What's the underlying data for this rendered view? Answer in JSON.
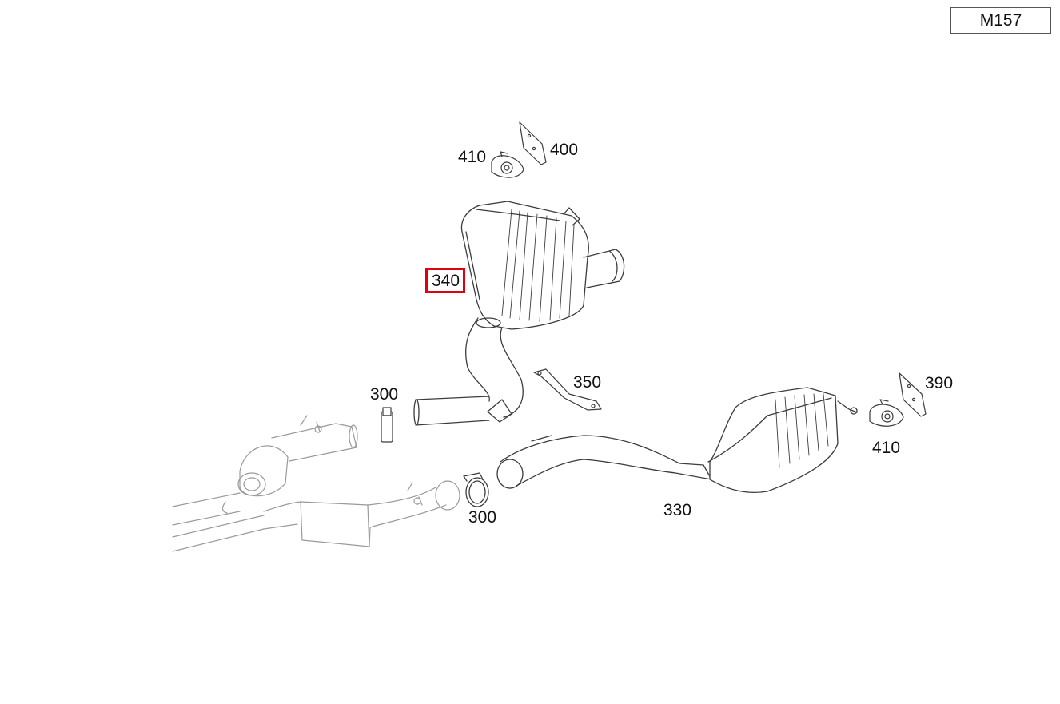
{
  "header": {
    "engine_code": "M157"
  },
  "callouts": [
    {
      "id": "410-upper",
      "label": "410",
      "selected": false
    },
    {
      "id": "400",
      "label": "400",
      "selected": false
    },
    {
      "id": "340",
      "label": "340",
      "selected": true
    },
    {
      "id": "300-upper",
      "label": "300",
      "selected": false
    },
    {
      "id": "350",
      "label": "350",
      "selected": false
    },
    {
      "id": "390",
      "label": "390",
      "selected": false
    },
    {
      "id": "410-lower",
      "label": "410",
      "selected": false
    },
    {
      "id": "300-lower",
      "label": "300",
      "selected": false
    },
    {
      "id": "330",
      "label": "330",
      "selected": false
    }
  ],
  "colors": {
    "highlight": "#e1000f",
    "line": "#3c3c3c",
    "faint_line": "#9a9a9a"
  }
}
